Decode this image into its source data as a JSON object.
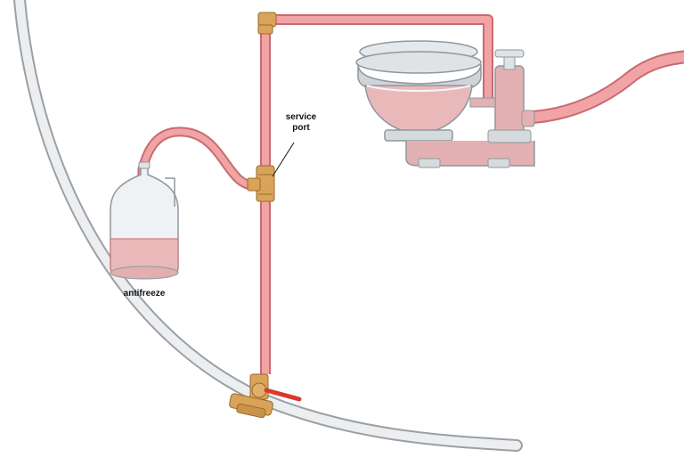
{
  "labels": {
    "service_port_line1": "service",
    "service_port_line2": "port",
    "antifreeze": "antifreeze"
  },
  "colors": {
    "hose": "#f2a3a6",
    "hose_edge": "#c86b70",
    "hull": "#e4e6e8",
    "hull_edge": "#9aa0a6",
    "brass": "#d9a45a",
    "brass_edge": "#9a6a2a",
    "toilet": "#dfe3e6",
    "toilet_edge": "#8f979d",
    "antifreeze_fluid": "#e9b9ba",
    "valve_handle": "#d93a2b"
  },
  "icons": [
    "antifreeze-jug-icon",
    "marine-toilet-icon",
    "seacock-valve-icon",
    "tee-fitting-icon"
  ]
}
